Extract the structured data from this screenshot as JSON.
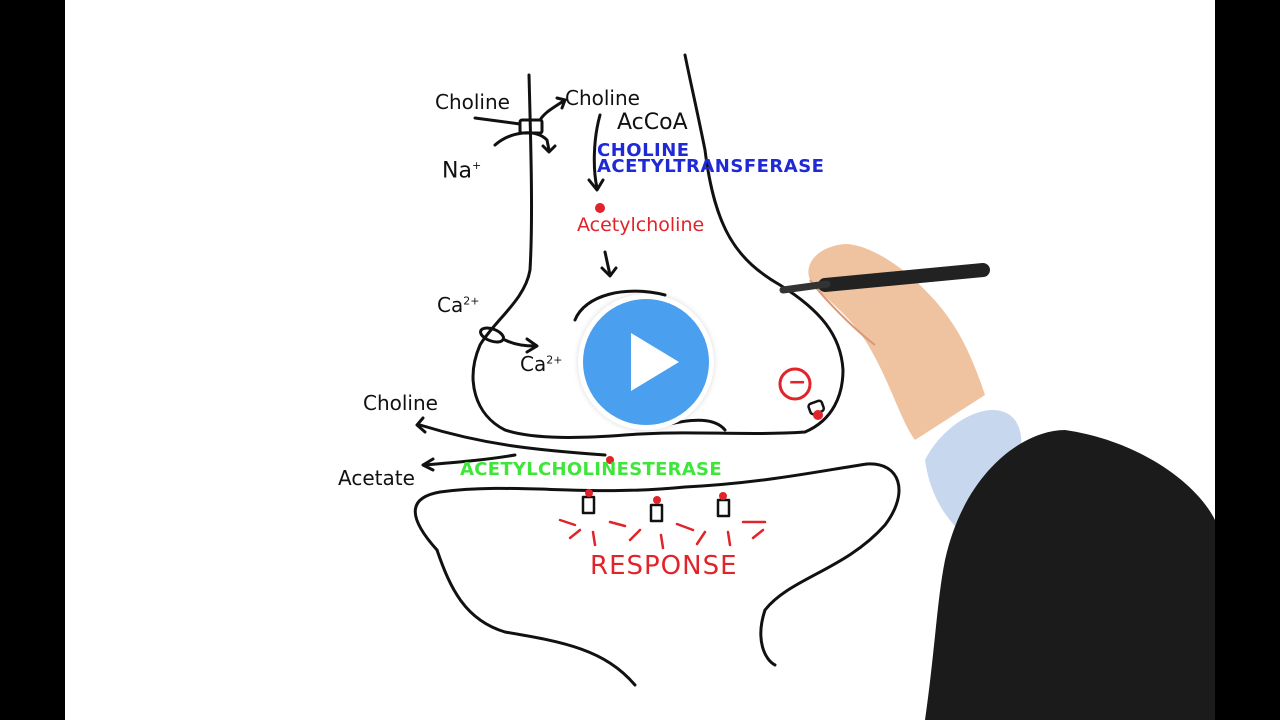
{
  "video": {
    "play_label": "Play video"
  },
  "diagram": {
    "choline_in": "Choline",
    "choline_out": "Choline",
    "sodium_base": "Na",
    "sodium_charge": "+",
    "accoa": "AcCoA",
    "enzyme_line1": "CHOLINE",
    "enzyme_line2": "ACETYLTRANSFERASE",
    "acetylcholine": "Acetylcholine",
    "calcium_out_base": "Ca",
    "calcium_out_charge": "2+",
    "calcium_in_base": "Ca",
    "calcium_in_charge": "2+",
    "minus_symbol": "−",
    "choline_cleft": "Choline",
    "acetate": "Acetate",
    "esterase": "ACETYLCHOLINESTERASE",
    "response": "RESPONSE"
  },
  "colors": {
    "ink": "#111111",
    "enzyme_blue": "#1f2ad6",
    "acetylcholine_red": "#e0242a",
    "esterase_green": "#3ee63a",
    "play_blue": "#4aa0ee"
  }
}
